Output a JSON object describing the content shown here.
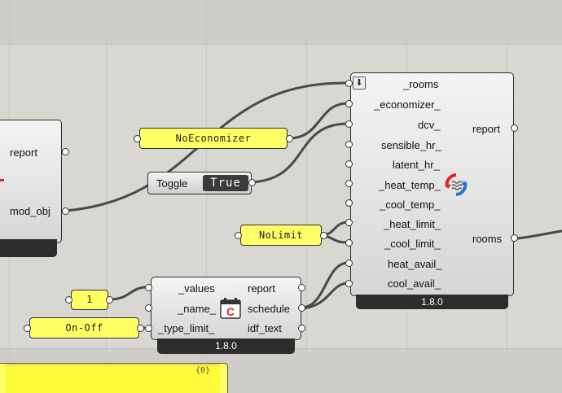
{
  "canvas_colors": {
    "background": "#d9d7d2",
    "panel_yellow": "#ffff66",
    "node_dark": "#2d2d2d",
    "wire": "#4a4a4a"
  },
  "left_component": {
    "outputs": [
      "report",
      "mod_obj"
    ],
    "icon": "red-mark-icon"
  },
  "main_component": {
    "icon": "hvac-heat-cool-icon",
    "collapse_icon": "arrow-down-icon",
    "inputs": [
      "_rooms",
      "_economizer_",
      "dcv_",
      "sensible_hr_",
      "latent_hr_",
      "_heat_temp_",
      "_cool_temp_",
      "_heat_limit_",
      "_cool_limit_",
      "heat_avail_",
      "cool_avail_"
    ],
    "outputs": [
      "report",
      "rooms"
    ],
    "version": "1.8.0"
  },
  "schedule_component": {
    "icon": "calendar-c-icon",
    "inputs": [
      "_values",
      "_name_",
      "_type_limit_"
    ],
    "outputs": [
      "report",
      "schedule",
      "idf_text"
    ],
    "version": "1.8.0"
  },
  "panels": {
    "economizer": "NoEconomizer",
    "limit": "NoLimit",
    "values": "1",
    "type_limit": "On-Off",
    "bottom_count": "{0}"
  },
  "toggle": {
    "label": "Toggle",
    "value": "True"
  }
}
